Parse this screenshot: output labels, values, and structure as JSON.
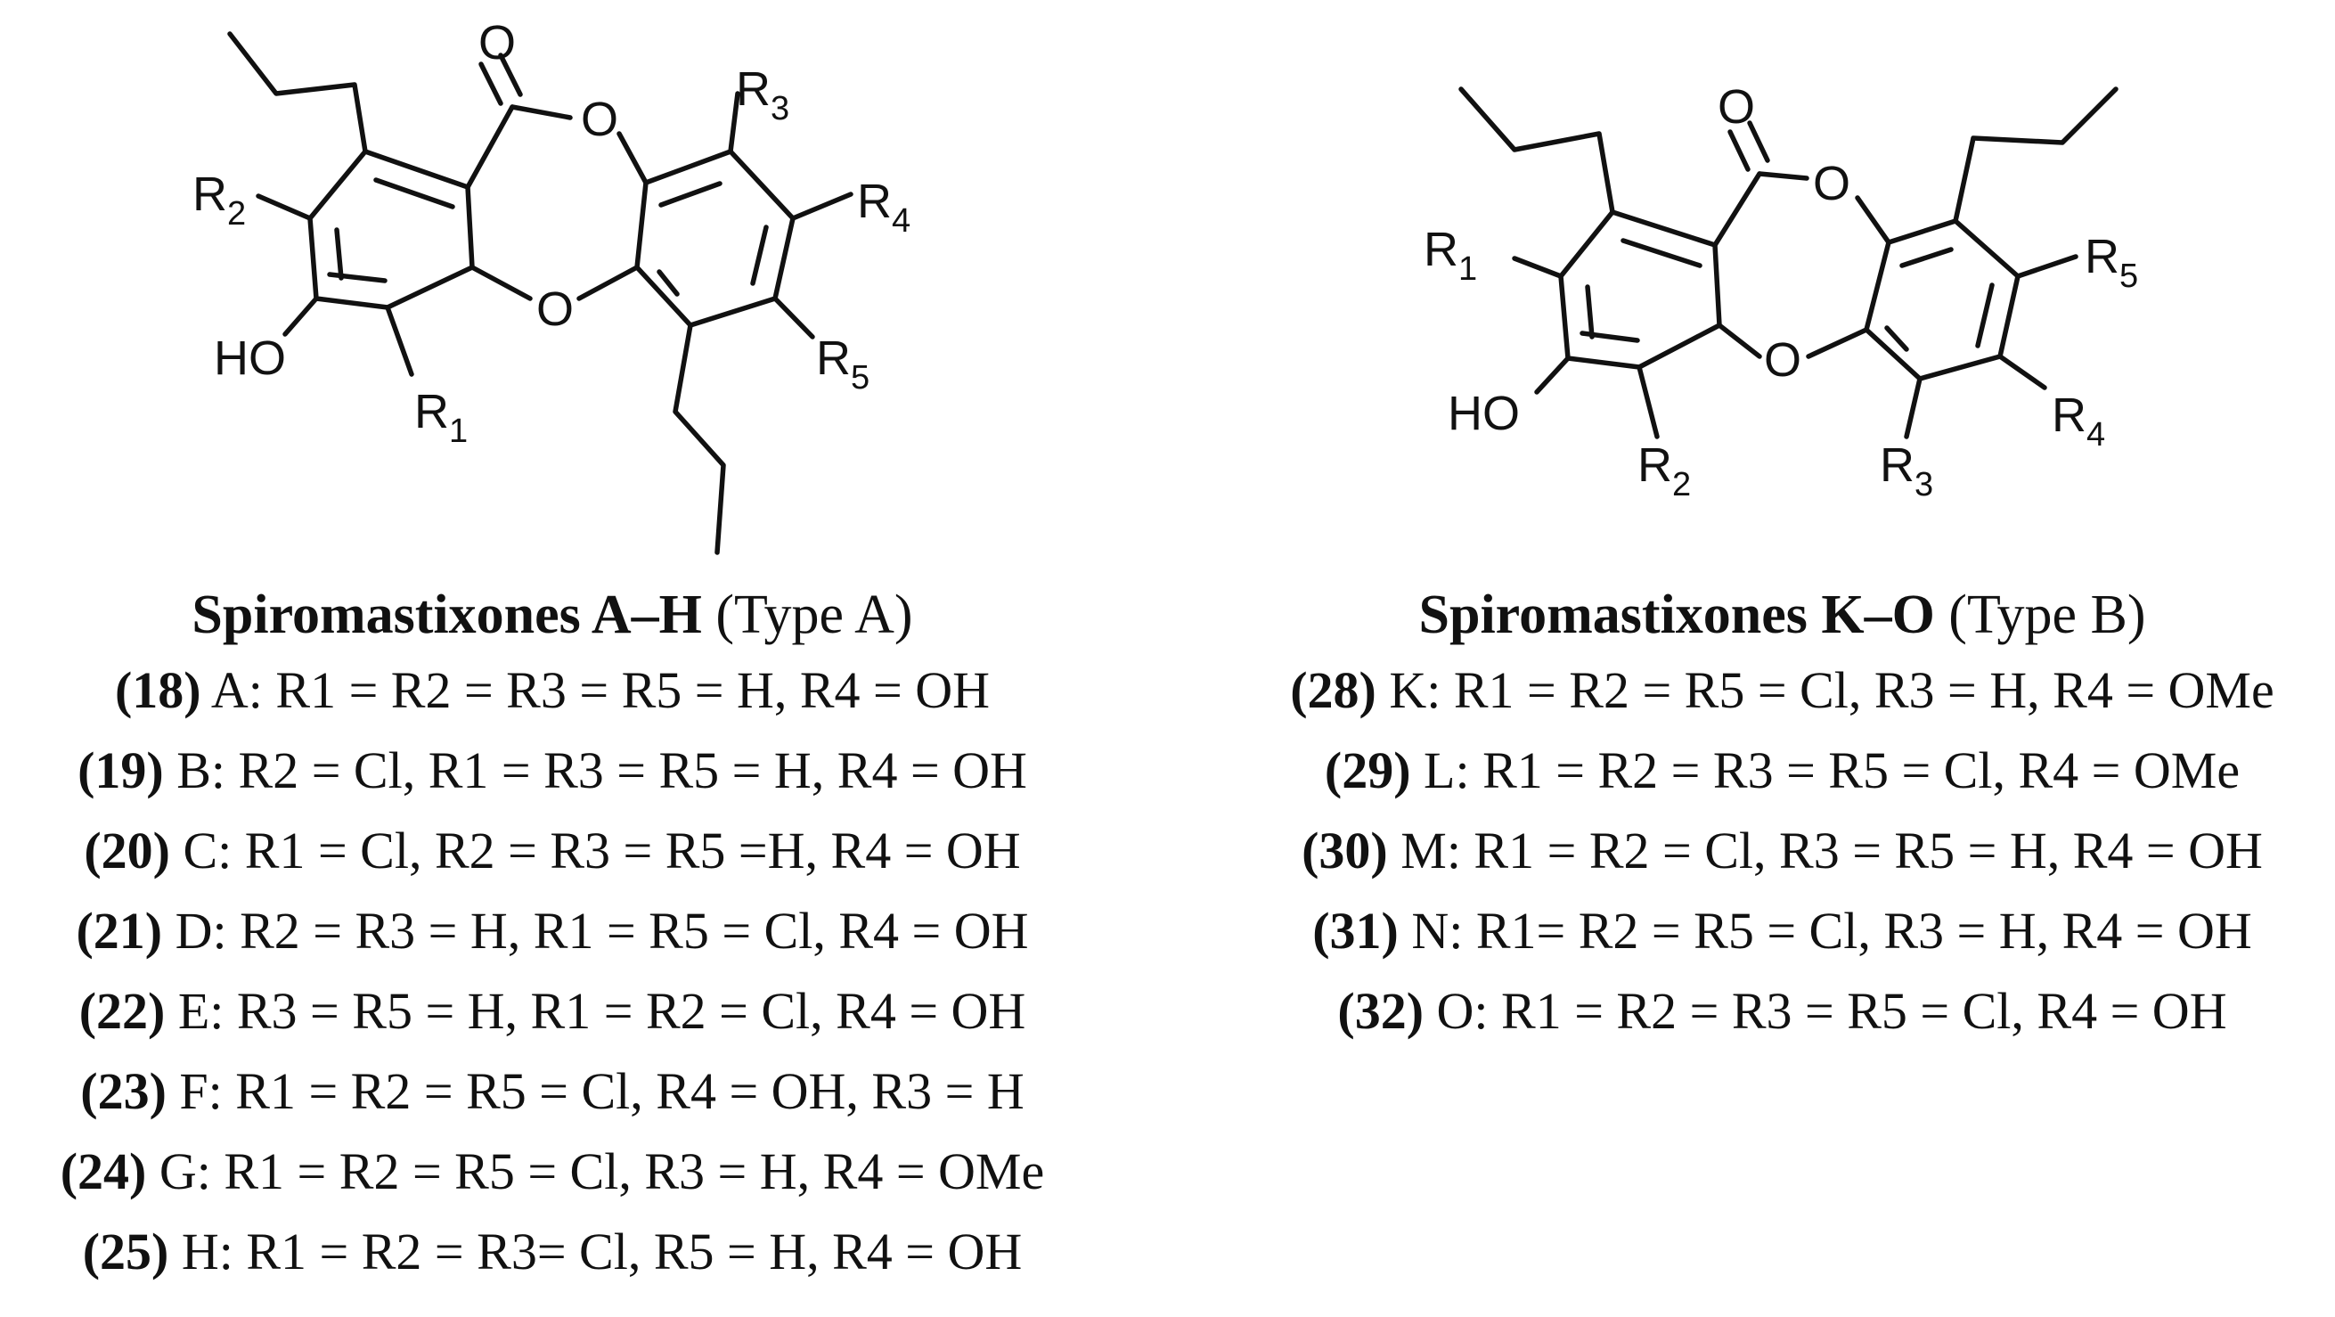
{
  "structure_a": {
    "carbonyl_o": "O",
    "ring_o_top": "O",
    "ring_o_bottom": "O",
    "hydroxyl": "HO",
    "r_labels": [
      {
        "key": "R1",
        "r": "R",
        "n": "1"
      },
      {
        "key": "R2",
        "r": "R",
        "n": "2"
      },
      {
        "key": "R3",
        "r": "R",
        "n": "3"
      },
      {
        "key": "R4",
        "r": "R",
        "n": "4"
      },
      {
        "key": "R5",
        "r": "R",
        "n": "5"
      }
    ]
  },
  "structure_b": {
    "carbonyl_o": "O",
    "ring_o_top": "O",
    "ring_o_bottom": "O",
    "hydroxyl": "HO",
    "r_labels": [
      {
        "key": "R1",
        "r": "R",
        "n": "1"
      },
      {
        "key": "R2",
        "r": "R",
        "n": "2"
      },
      {
        "key": "R3",
        "r": "R",
        "n": "3"
      },
      {
        "key": "R4",
        "r": "R",
        "n": "4"
      },
      {
        "key": "R5",
        "r": "R",
        "n": "5"
      }
    ]
  },
  "type_a": {
    "title_bold": "Spiromastixones A–H",
    "title_rest": " (Type A)",
    "compounds": [
      {
        "num": "(18)",
        "text": " A: R1 = R2 = R3 = R5 = H, R4 = OH"
      },
      {
        "num": "(19)",
        "text": " B: R2 = Cl, R1 = R3 = R5 = H, R4 = OH"
      },
      {
        "num": "(20)",
        "text": " C: R1 = Cl, R2 = R3 = R5 =H, R4 = OH"
      },
      {
        "num": "(21)",
        "text": " D: R2 = R3 = H, R1 = R5 = Cl, R4 = OH"
      },
      {
        "num": "(22)",
        "text": " E: R3 = R5 = H, R1 = R2 = Cl, R4 = OH"
      },
      {
        "num": "(23)",
        "text": " F: R1 = R2 = R5 = Cl, R4 = OH, R3 = H"
      },
      {
        "num": "(24)",
        "text": " G: R1 = R2 = R5 = Cl, R3 = H, R4 = OMe"
      },
      {
        "num": "(25)",
        "text": " H: R1 = R2 = R3= Cl, R5 = H, R4 = OH"
      }
    ]
  },
  "type_b": {
    "title_bold": "Spiromastixones K–O",
    "title_rest": " (Type B)",
    "compounds": [
      {
        "num": "(28)",
        "text": " K: R1 = R2 = R5 = Cl, R3 = H, R4 = OMe"
      },
      {
        "num": "(29)",
        "text": " L: R1 = R2 = R3 = R5 = Cl, R4 = OMe"
      },
      {
        "num": "(30)",
        "text": " M: R1 = R2 = Cl, R3 = R5 = H, R4 = OH"
      },
      {
        "num": "(31)",
        "text": " N: R1= R2 = R5 = Cl, R3 = H, R4 = OH"
      },
      {
        "num": "(32)",
        "text": " O: R1 = R2 = R3 = R5 = Cl, R4 = OH"
      }
    ]
  }
}
